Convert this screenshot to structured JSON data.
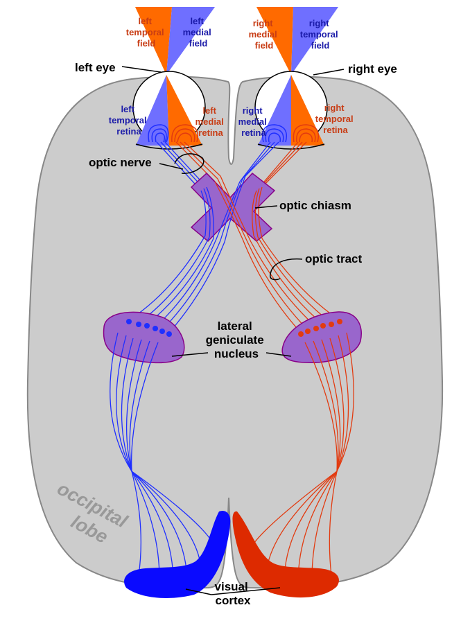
{
  "labels": {
    "left_temporal_field": [
      "left",
      "temporal",
      "field"
    ],
    "left_medial_field": [
      "left",
      "medial",
      "field"
    ],
    "right_medial_field": [
      "right",
      "medial",
      "field"
    ],
    "right_temporal_field": [
      "right",
      "temporal",
      "field"
    ],
    "left_eye": "left eye",
    "right_eye": "right eye",
    "left_temporal_retina": [
      "left",
      "temporal",
      "retina"
    ],
    "left_medial_retina": [
      "left",
      "medial",
      "retina"
    ],
    "right_medial_retina": [
      "right",
      "medial",
      "retina"
    ],
    "right_temporal_retina": [
      "right",
      "temporal",
      "retina"
    ],
    "optic_nerve": "optic nerve",
    "optic_chiasm": "optic chiasm",
    "optic_tract": "optic tract",
    "lgn": [
      "lateral",
      "geniculate",
      "nucleus"
    ],
    "occipital_lobe": [
      "occipital",
      "lobe"
    ],
    "visual_cortex": [
      "visual",
      "cortex"
    ]
  },
  "colors": {
    "blue": "#1f2fff",
    "red": "#e23b10",
    "orange": "#ff6a00",
    "light_blue": "#6f6fff",
    "brain": "#cccccc",
    "lgn": "#9966cc",
    "chiasm": "#9966cc",
    "blue_text": "#1a1aa8",
    "red_text": "#c83c14"
  }
}
